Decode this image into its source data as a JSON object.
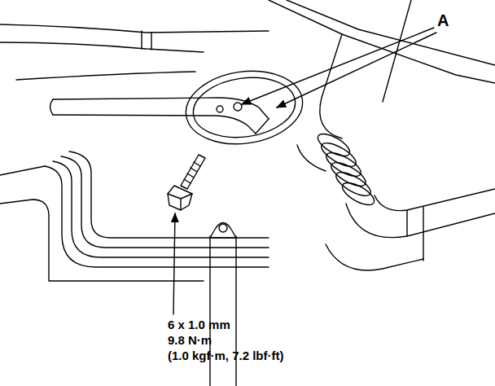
{
  "diagram": {
    "labels": [
      "A",
      "6 x 1.0 mm",
      "9.8 N·m",
      "(1.0 kgf·m, 7.2 lbf·ft)"
    ]
  }
}
